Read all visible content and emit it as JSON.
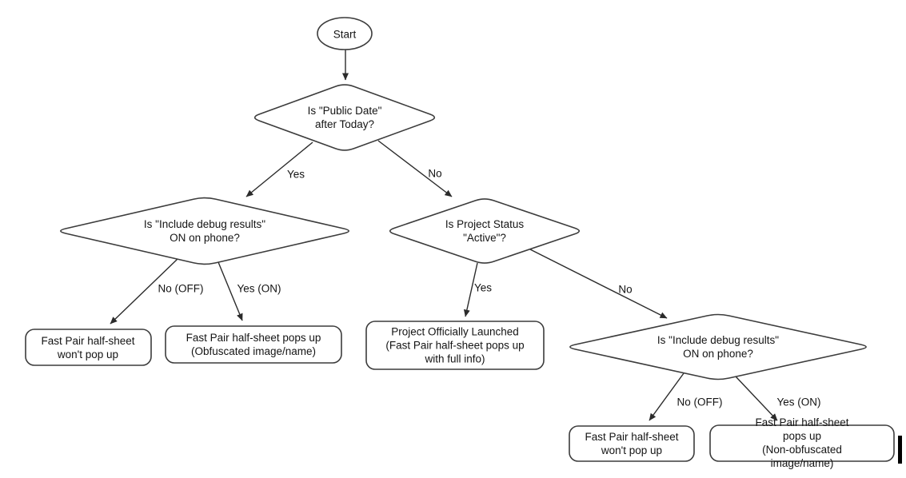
{
  "diagram": {
    "nodes": {
      "start": {
        "label": "Start"
      },
      "public_date_decision": {
        "label": "Is \"Public Date\"\nafter Today?"
      },
      "debug_left_decision": {
        "label": "Is \"Include debug results\"\nON on phone?"
      },
      "project_status_decision": {
        "label": "Is Project Status\n\"Active\"?"
      },
      "debug_right_decision": {
        "label": "Is \"Include debug results\"\nON on phone?"
      },
      "left_no_popup": {
        "label": "Fast Pair half-sheet\nwon't pop up"
      },
      "left_obfuscated": {
        "label": "Fast Pair half-sheet pops up\n(Obfuscated image/name)"
      },
      "launched": {
        "label": "Project Officially Launched\n(Fast Pair half-sheet pops up\nwith full info)"
      },
      "right_no_popup": {
        "label": "Fast Pair half-sheet\nwon't pop up"
      },
      "right_non_obfuscated": {
        "label": "Fast Pair half-sheet pops up\n(Non-obfuscated image/name)"
      }
    },
    "edges": {
      "public_date_yes": {
        "label": "Yes"
      },
      "public_date_no": {
        "label": "No"
      },
      "debug_left_no": {
        "label": "No (OFF)"
      },
      "debug_left_yes": {
        "label": "Yes (ON)"
      },
      "project_status_yes": {
        "label": "Yes"
      },
      "project_status_no": {
        "label": "No"
      },
      "debug_right_no": {
        "label": "No (OFF)"
      },
      "debug_right_yes": {
        "label": "Yes (ON)"
      }
    },
    "colors": {
      "background": "#ffffff",
      "shape_fill": "#ffffff",
      "shape_stroke": "#3c3c3c",
      "text": "#141414"
    }
  }
}
